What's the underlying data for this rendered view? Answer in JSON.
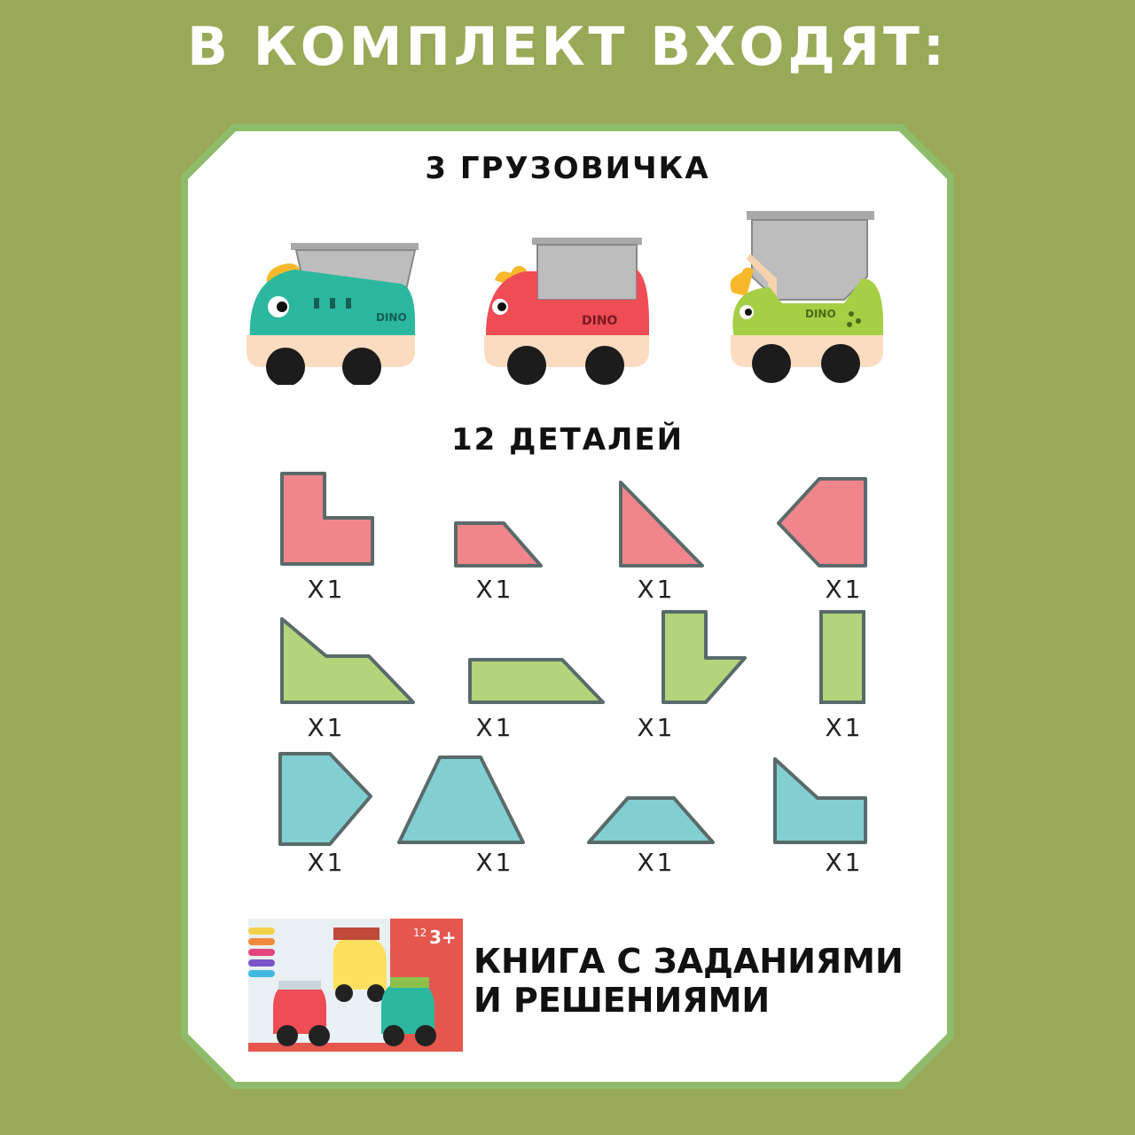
{
  "headline": "В КОМПЛЕКТ ВХОДЯТ:",
  "trucks": {
    "title": "3 ГРУЗОВИЧКА",
    "items": [
      {
        "color": "#2bb89e",
        "label": "DINO"
      },
      {
        "color": "#ee4d56",
        "label": "DINO"
      },
      {
        "color": "#a6cf46",
        "label": "DINO"
      }
    ]
  },
  "pieces": {
    "title": "12 ДЕТАЛЕЙ",
    "colors": {
      "pink": "#f0868c",
      "green": "#b3d47a",
      "blue": "#82cfd2"
    },
    "items": [
      {
        "qty": "X1",
        "color": "pink"
      },
      {
        "qty": "X1",
        "color": "pink"
      },
      {
        "qty": "X1",
        "color": "pink"
      },
      {
        "qty": "X1",
        "color": "pink"
      },
      {
        "qty": "X1",
        "color": "green"
      },
      {
        "qty": "X1",
        "color": "green"
      },
      {
        "qty": "X1",
        "color": "green"
      },
      {
        "qty": "X1",
        "color": "green"
      },
      {
        "qty": "X1",
        "color": "blue"
      },
      {
        "qty": "X1",
        "color": "blue"
      },
      {
        "qty": "X1",
        "color": "blue"
      },
      {
        "qty": "X1",
        "color": "blue"
      }
    ]
  },
  "book": {
    "label": "КНИГА С ЗАДАНИЯМИ\nИ РЕШЕНИЯМИ",
    "badge_count": "12",
    "badge_age": "3+"
  },
  "colors": {
    "background": "#99a957",
    "card_border": "#8fbc6a",
    "card": "#ffffff"
  }
}
